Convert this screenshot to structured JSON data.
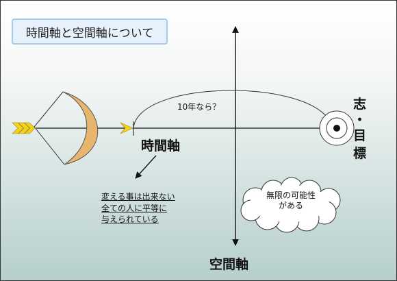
{
  "title": "時間軸と空間軸について",
  "labels": {
    "time_axis": "時間軸",
    "space_axis": "空間軸",
    "goal_line1": "志",
    "goal_dot": "・",
    "goal_line2": "目",
    "goal_line3": "標",
    "curve_label": "10年なら？"
  },
  "note": {
    "lines": [
      "変える事は出来ない",
      "全ての人に平等に",
      "与えられている"
    ]
  },
  "cloud": {
    "lines": [
      "無限の可能性",
      "がある"
    ]
  },
  "colors": {
    "bow_fill": "#e8b56e",
    "fletching": "#f2d21a",
    "title_border": "#a9c8e6",
    "title_bg": "#e6f1fb"
  },
  "icons": [
    "bow-and-arrow-icon",
    "target-icon",
    "cloud-icon"
  ]
}
